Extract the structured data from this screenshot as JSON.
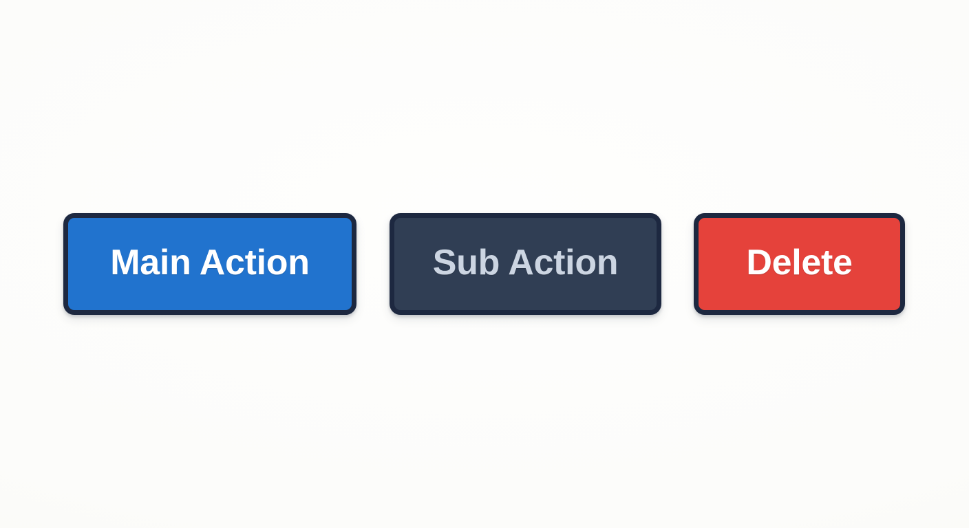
{
  "page": {
    "background_color": "#fdfdfb",
    "layout": "horizontal-button-group"
  },
  "button_group": {
    "name": "action-button-group",
    "buttons": [
      {
        "id": "main-action",
        "label": "Main Action",
        "variant": "primary",
        "fill_color": "#2173ce",
        "text_color": "#ffffff",
        "border_color": "#1d2840"
      },
      {
        "id": "sub-action",
        "label": "Sub Action",
        "variant": "secondary",
        "fill_color": "#303e54",
        "text_color": "#ccd5e2",
        "border_color": "#1d2840"
      },
      {
        "id": "delete",
        "label": "Delete",
        "variant": "danger",
        "fill_color": "#e5423b",
        "text_color": "#ffffff",
        "border_color": "#1d2840"
      }
    ]
  }
}
